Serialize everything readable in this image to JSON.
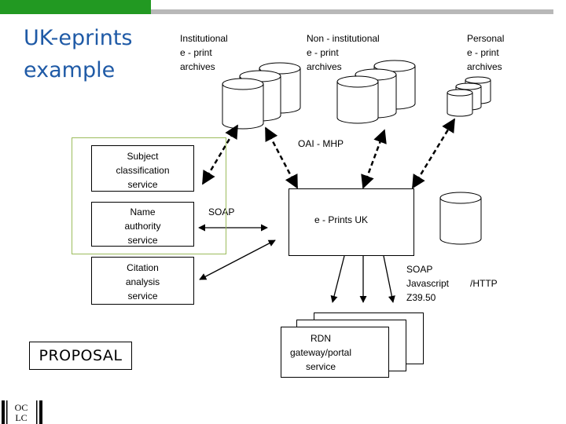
{
  "slide": {
    "title_line1": "UK-eprints",
    "title_line2": "example"
  },
  "archives": {
    "institutional": "Institutional\ne - print\narchives",
    "non_institutional": "Non   - institutional\ne - print\narchives",
    "personal": "Personal\ne - print\narchives"
  },
  "protocols": {
    "oai": "OAI   - MHP",
    "soap_left": "SOAP",
    "soap_right": "SOAP\nJavascript\nZ39.50",
    "http": "/HTTP"
  },
  "services": {
    "subject": "Subject\nclassification\nservice",
    "name_authority": "Name\nauthority\nservice",
    "citation": "Citation\nanalysis\nservice"
  },
  "hub": {
    "eprints_uk": "e - Prints UK"
  },
  "gateway": {
    "rdn": "RDN\ngateway/portal\nservice"
  },
  "proposal": "PROPOSAL",
  "logo": {
    "text": "OCLC"
  },
  "colors": {
    "brand_green": "#229922",
    "title_blue": "#1f5aa6",
    "subject_group_border": "#9cbc5c"
  }
}
